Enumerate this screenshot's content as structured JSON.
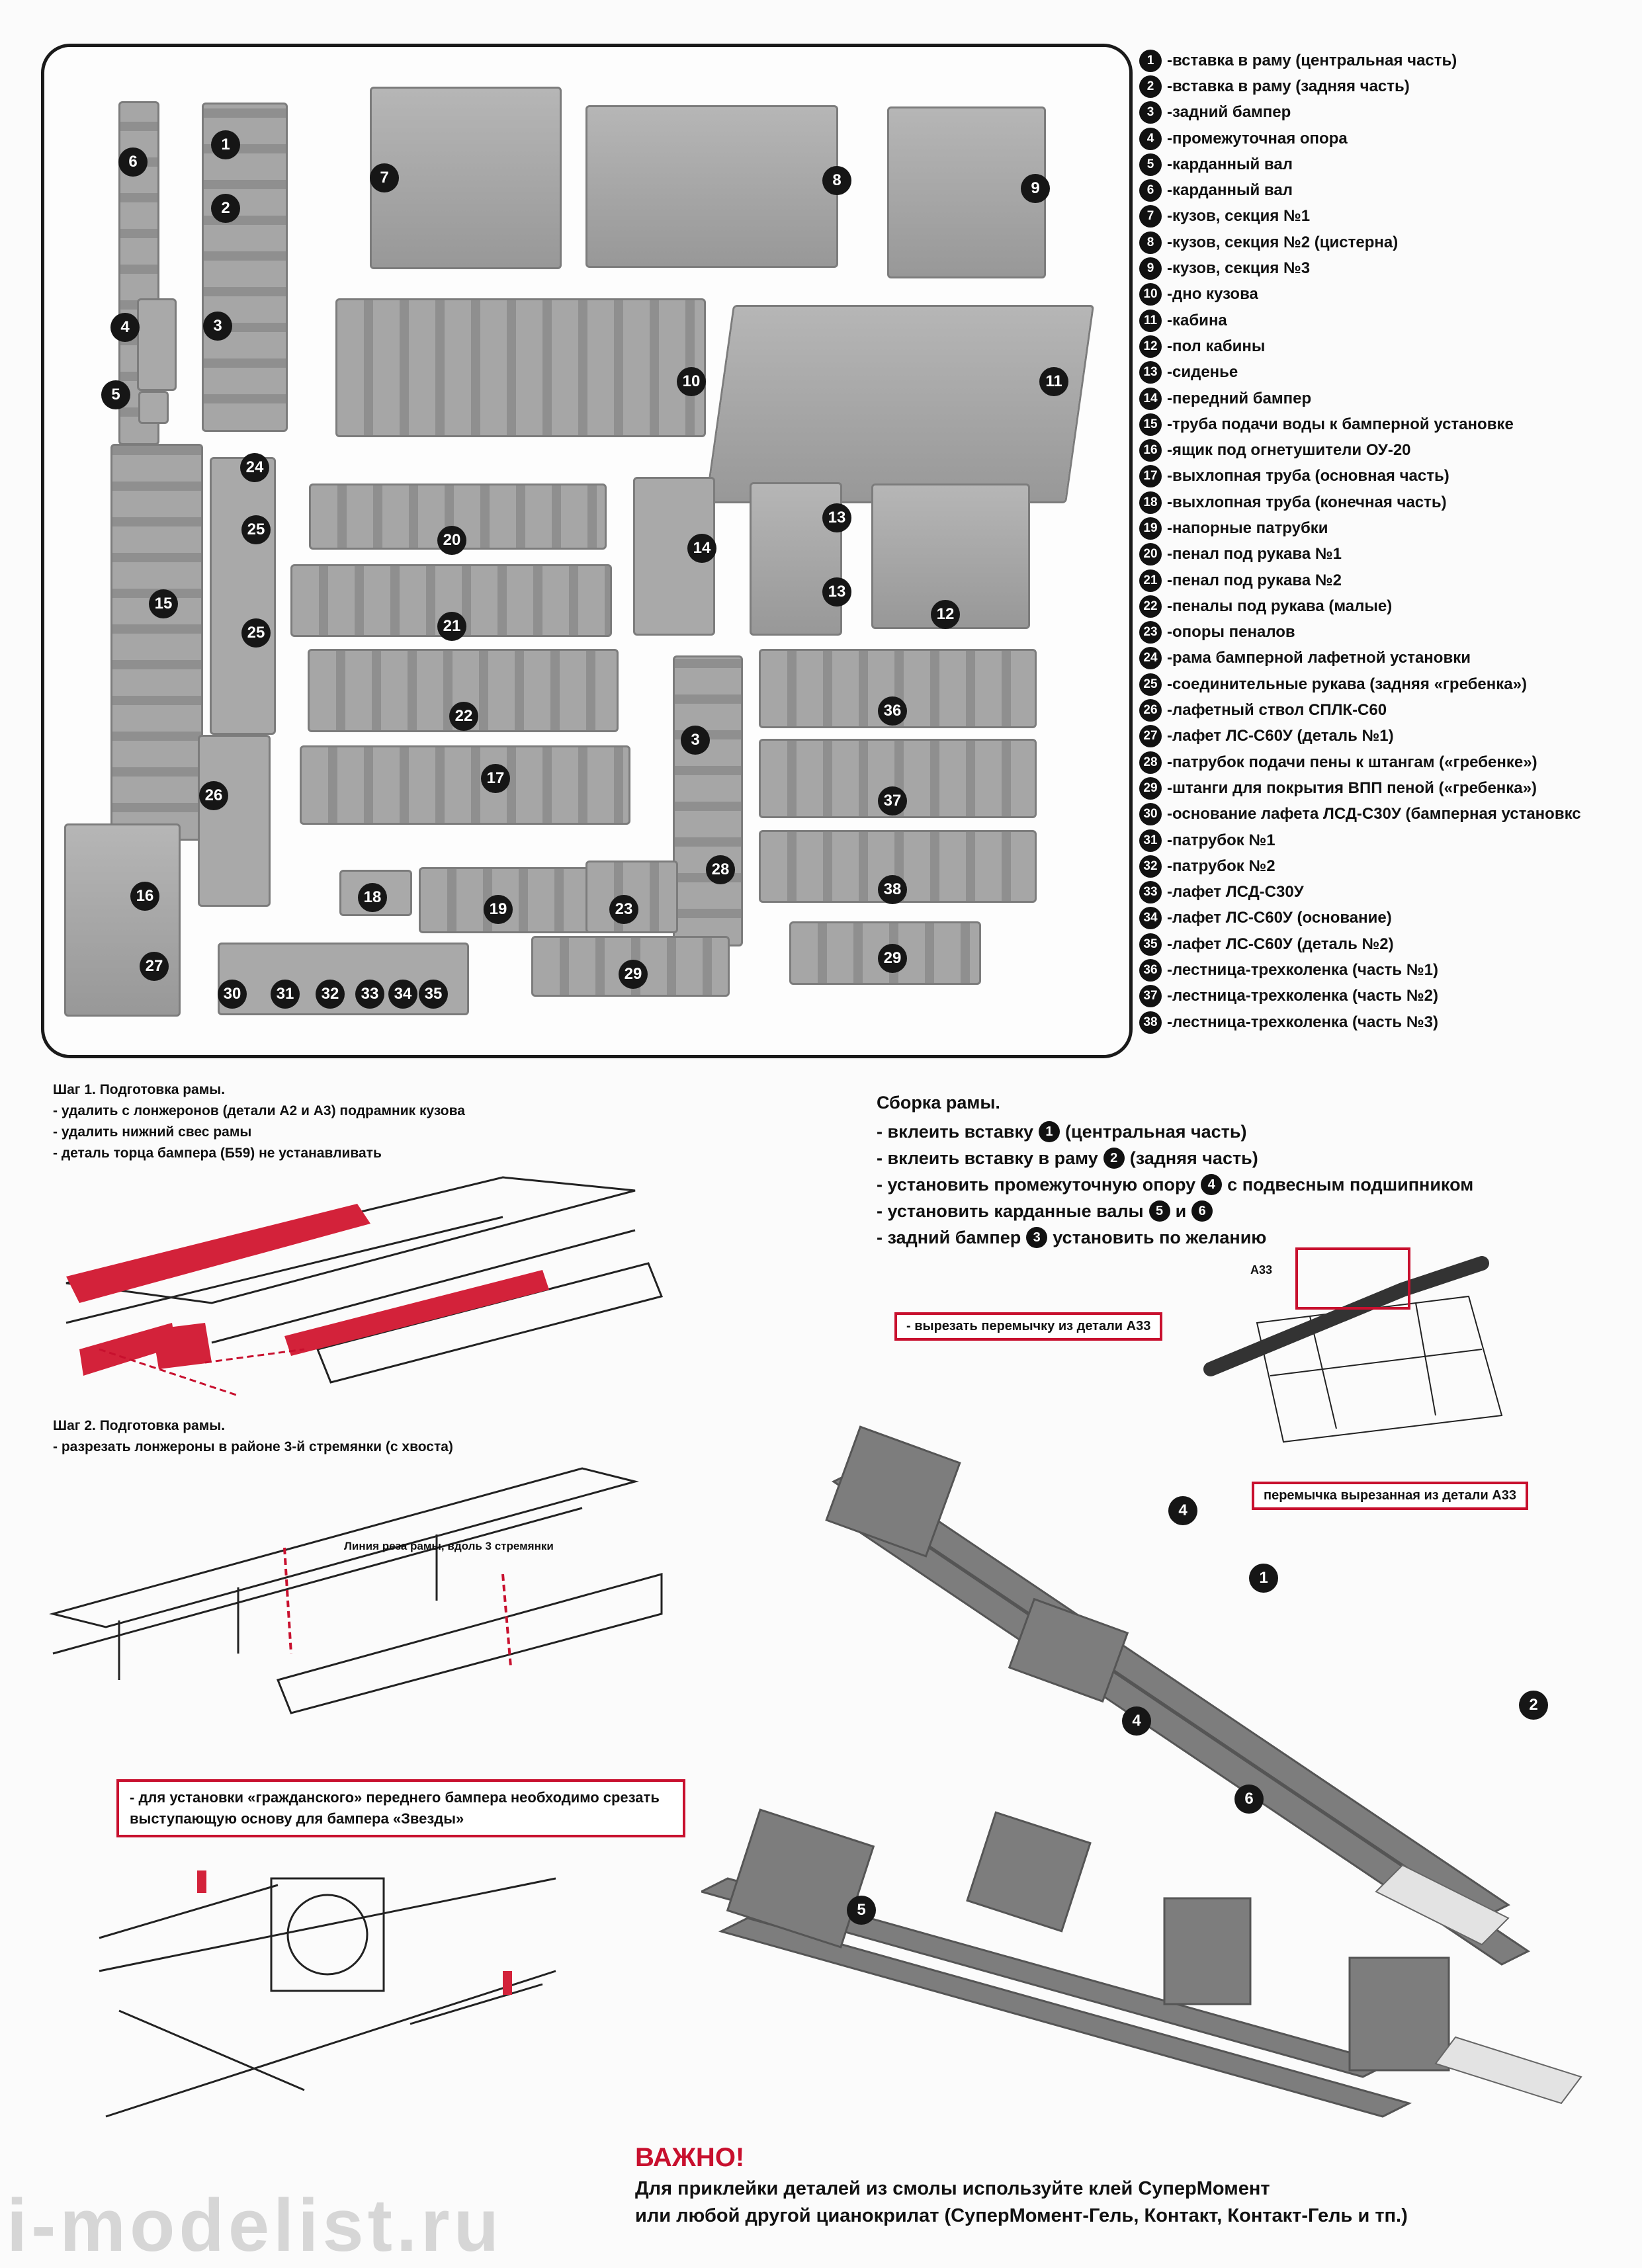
{
  "parts": [
    {
      "n": "1",
      "label": "вставка в раму (центральная часть)"
    },
    {
      "n": "2",
      "label": "вставка в раму (задняя часть)"
    },
    {
      "n": "3",
      "label": "задний бампер"
    },
    {
      "n": "4",
      "label": "промежуточная опора"
    },
    {
      "n": "5",
      "label": "карданный вал"
    },
    {
      "n": "6",
      "label": "карданный вал"
    },
    {
      "n": "7",
      "label": "кузов, секция №1"
    },
    {
      "n": "8",
      "label": "кузов, секция №2 (цистерна)"
    },
    {
      "n": "9",
      "label": "кузов, секция №3"
    },
    {
      "n": "10",
      "label": "дно кузова"
    },
    {
      "n": "11",
      "label": "кабина"
    },
    {
      "n": "12",
      "label": "пол кабины"
    },
    {
      "n": "13",
      "label": "сиденье"
    },
    {
      "n": "14",
      "label": "передний бампер"
    },
    {
      "n": "15",
      "label": "труба подачи воды к бамперной установке"
    },
    {
      "n": "16",
      "label": "ящик под огнетушители ОУ-20"
    },
    {
      "n": "17",
      "label": "выхлопная труба (основная часть)"
    },
    {
      "n": "18",
      "label": "выхлопная труба (конечная часть)"
    },
    {
      "n": "19",
      "label": "напорные патрубки"
    },
    {
      "n": "20",
      "label": "пенал под рукава №1"
    },
    {
      "n": "21",
      "label": "пенал под рукава №2"
    },
    {
      "n": "22",
      "label": "пеналы под рукава (малые)"
    },
    {
      "n": "23",
      "label": "опоры пеналов"
    },
    {
      "n": "24",
      "label": "рама бамперной лафетной установки"
    },
    {
      "n": "25",
      "label": "соединительные рукава (задняя «гребенка»)"
    },
    {
      "n": "26",
      "label": "лафетный ствол СПЛК-С60"
    },
    {
      "n": "27",
      "label": "лафет ЛС-С60У (деталь №1)"
    },
    {
      "n": "28",
      "label": "патрубок подачи пены к штангам («гребенке»)"
    },
    {
      "n": "29",
      "label": "штанги для покрытия ВПП пеной («гребенка»)"
    },
    {
      "n": "30",
      "label": "основание лафета ЛСД-С30У (бамперная установкс"
    },
    {
      "n": "31",
      "label": "патрубок №1"
    },
    {
      "n": "32",
      "label": "патрубок №2"
    },
    {
      "n": "33",
      "label": "лафет ЛСД-С30У"
    },
    {
      "n": "34",
      "label": "лафет ЛС-С60У (основание)"
    },
    {
      "n": "35",
      "label": "лафет ЛС-С60У (деталь №2)"
    },
    {
      "n": "36",
      "label": "лестница-трехколенка (часть №1)"
    },
    {
      "n": "37",
      "label": "лестница-трехколенка (часть №2)"
    },
    {
      "n": "38",
      "label": "лестница-трехколенка (часть №3)"
    }
  ],
  "step1": {
    "title": "Шаг 1. Подготовка рамы.",
    "lines": [
      "- удалить с лонжеронов (детали А2 и А3) подрамник кузова",
      "- удалить нижний свес рамы",
      "- деталь торца бампера (Б59) не устанавливать"
    ]
  },
  "step2": {
    "title": "Шаг 2. Подготовка рамы.",
    "lines": [
      "- разрезать лонжероны в районе 3-й стремянки (с хвоста)"
    ],
    "cut_label": "Линия реза рамы, вдоль 3 стремянки"
  },
  "bumper_note": "- для установки «гражданского» переднего бампера необходимо срезать выступающую основу для бампера «Звезды»",
  "assembly": {
    "title": "Сборка рамы.",
    "rows": [
      {
        "pre": "- вклеить вставку",
        "n": "1",
        "post": "(центральная часть)"
      },
      {
        "pre": "- вклеить вставку в раму",
        "n": "2",
        "post": "(задняя часть)"
      },
      {
        "pre": "- установить промежуточную опору",
        "n": "4",
        "post": "с подвесным подшипником"
      },
      {
        "pre": "- установить карданные валы",
        "n": "5",
        "mid": "и",
        "n2": "6",
        "post": ""
      },
      {
        "pre": "- задний бампер",
        "n": "3",
        "post": "установить по желанию"
      }
    ]
  },
  "a33_label": "А33",
  "cut_note": "- вырезать перемычку из детали А33",
  "jumper_note": "перемычка вырезанная из детали А33",
  "photo_labels": [
    "4",
    "1",
    "2",
    "4",
    "6",
    "5"
  ],
  "important": {
    "head": "ВАЖНО!",
    "line1": "Для приклейки деталей из смолы используйте клей СуперМомент",
    "line2": "или любой другой цианокрилат (СуперМомент-Гель, Контакт, Контакт-Гель и тп.)"
  },
  "watermark": "i-modelist.ru",
  "colors": {
    "accent": "#c8102e",
    "badge": "#161616",
    "resin": "#a9a9a9"
  }
}
